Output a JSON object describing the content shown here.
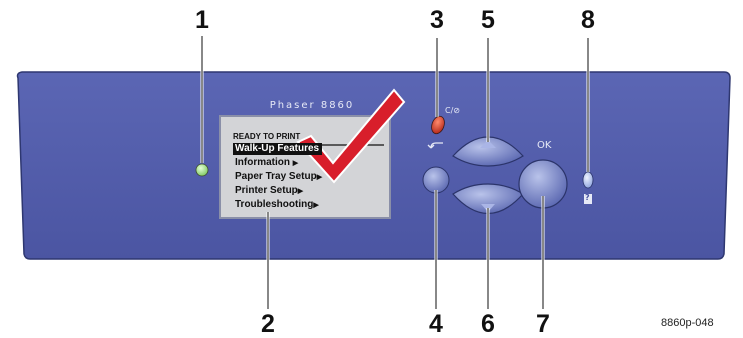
{
  "brand": "Phaser 8860",
  "lcd": {
    "status": "READY TO PRINT",
    "menu_items": [
      "Walk-Up Features",
      "Information",
      "Paper Tray Setup",
      "Printer Setup",
      "Troubleshooting"
    ]
  },
  "buttons": {
    "ok_label": "OK",
    "cancel_label": "C",
    "help_label": "?"
  },
  "callouts": [
    "1",
    "2",
    "3",
    "4",
    "5",
    "6",
    "7",
    "8"
  ],
  "caption": "8860p-048",
  "colors": {
    "panel": "#4f5aa8",
    "lcd": "#d4d5d8",
    "checkmark": "#d81e2b",
    "ready_light": "#8fd27a",
    "cancel_button": "#c0392b",
    "info_light": "#9fb4ea"
  }
}
